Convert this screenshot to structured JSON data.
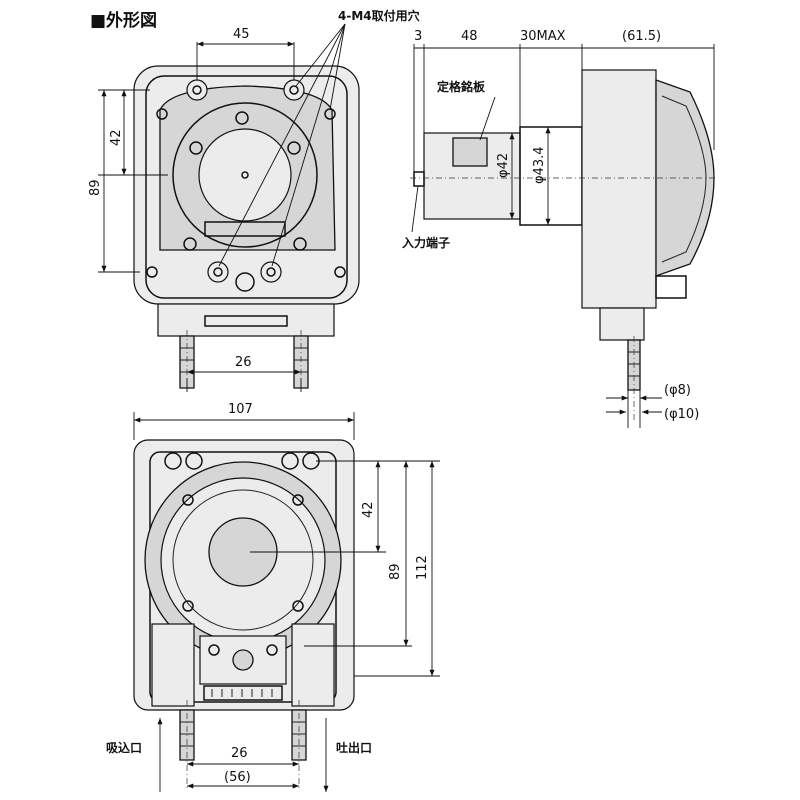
{
  "title": "■外形図",
  "labels": {
    "mount_holes": "4-M4取付用穴",
    "rating_plate": "定格銘板",
    "input_terminal": "入力端子",
    "suction_port": "吸込口",
    "discharge_port": "吐出口"
  },
  "dimensions": {
    "top_hole_spacing": "45",
    "height_42_front": "42",
    "height_89_front": "89",
    "port_spacing_front": "26",
    "side_3": "3",
    "side_48": "48",
    "side_30max": "30MAX",
    "side_61_5": "(61.5)",
    "dia_42": "φ42",
    "dia_43_4": "φ43.4",
    "tube_dia_8": "(φ8)",
    "tube_dia_10": "(φ10)",
    "width_107": "107",
    "height_42_back": "42",
    "height_89_back": "89",
    "height_112": "112",
    "port_spacing_back": "26",
    "port_outer_56": "(56)"
  }
}
